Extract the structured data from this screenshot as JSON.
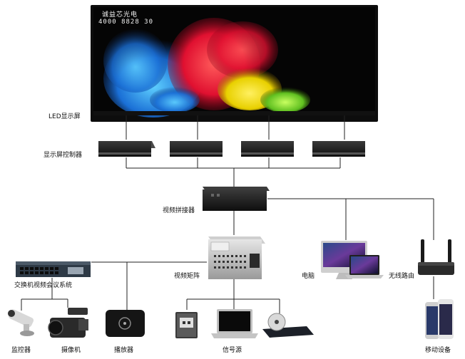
{
  "screen_overlay": {
    "line1": "诚益芯光电",
    "line2": "4000 8828 30"
  },
  "labels": {
    "led_display": "LED显示屏",
    "display_controller": "显示屏控制器",
    "video_splicer": "视频拼接器",
    "video_matrix": "视频矩阵",
    "switch_conference": "交换机视频会议系统",
    "computer": "电脑",
    "wireless_router": "无线路由",
    "monitor_camera": "监控器",
    "camcorder": "摄像机",
    "player": "播放器",
    "signal_source": "信号源",
    "mobile_device": "移动设备"
  },
  "colors": {
    "line": "#222222",
    "device_dark": "#1c1c1c",
    "screen_bezel": "#0d0d0d"
  }
}
